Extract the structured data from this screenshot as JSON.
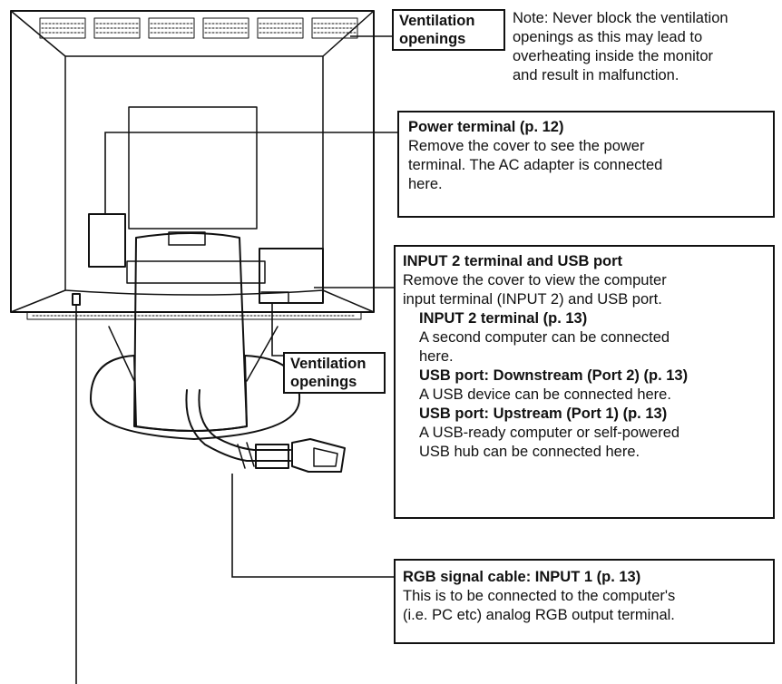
{
  "callouts": {
    "vent_top": {
      "label_line1": "Ventilation",
      "label_line2": "openings"
    },
    "note": {
      "lines": [
        "Note: Never block the ventilation",
        "openings as this may lead to",
        "overheating inside the monitor",
        "and result in malfunction."
      ]
    },
    "power": {
      "title": "Power terminal (p. 12)",
      "lines": [
        "Remove the cover to see the power",
        "terminal. The AC adapter is connected",
        "here."
      ]
    },
    "input2": {
      "title": "INPUT 2 terminal and USB port",
      "intro": [
        "Remove the cover to view the computer",
        "input terminal (INPUT 2) and USB port."
      ],
      "sub1_title": "INPUT 2 terminal (p. 13)",
      "sub1_lines": [
        "A second computer can be connected",
        "here."
      ],
      "sub2_title": "USB port: Downstream (Port 2) (p. 13)",
      "sub2_lines": [
        "A USB device can be connected here."
      ],
      "sub3_title": "USB port: Upstream (Port 1) (p. 13)",
      "sub3_lines": [
        "A USB-ready computer or self-powered",
        "USB hub can be connected here."
      ]
    },
    "vent_bottom": {
      "label_line1": "Ventilation",
      "label_line2": "openings"
    },
    "rgb": {
      "title": "RGB signal cable: INPUT 1 (p. 13)",
      "lines": [
        "This is to be connected to the computer's",
        "(i.e. PC etc) analog RGB output terminal."
      ]
    }
  },
  "icons": [
    "monitor-rear-illustration",
    "signal-cable-illustration"
  ]
}
